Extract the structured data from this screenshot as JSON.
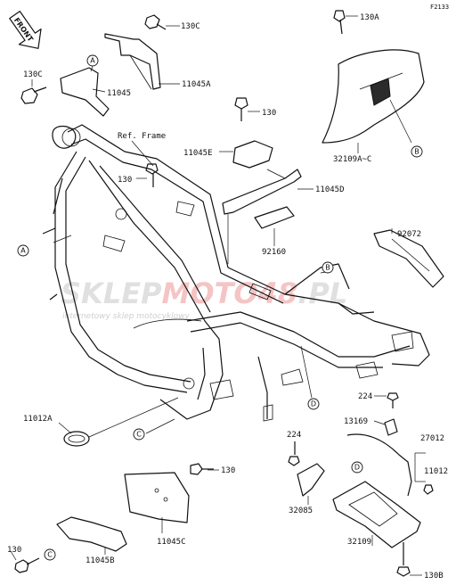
{
  "figure_code": "F2133",
  "front_arrow_text": "FRONT",
  "watermark": {
    "brand_a": "SKLEP",
    "brand_b": "MOTO",
    "brand_c": "48",
    "brand_d": ".PL",
    "tagline": "internetowy sklep motocyklowy"
  },
  "frame_label": "Ref. Frame",
  "parts": [
    {
      "id": "p130c_top",
      "text": "130C"
    },
    {
      "id": "p130a",
      "text": "130A"
    },
    {
      "id": "p130c_left",
      "text": "130C"
    },
    {
      "id": "p11045",
      "text": "11045"
    },
    {
      "id": "p11045a",
      "text": "11045A"
    },
    {
      "id": "p130_mid",
      "text": "130"
    },
    {
      "id": "p11045e",
      "text": "11045E"
    },
    {
      "id": "p32109ac",
      "text": "32109A~C"
    },
    {
      "id": "p130_left2",
      "text": "130"
    },
    {
      "id": "p11045d",
      "text": "11045D"
    },
    {
      "id": "p92160",
      "text": "92160"
    },
    {
      "id": "p92072",
      "text": "92072"
    },
    {
      "id": "p224_right",
      "text": "224"
    },
    {
      "id": "p11012a",
      "text": "11012A"
    },
    {
      "id": "p13169",
      "text": "13169"
    },
    {
      "id": "p27012",
      "text": "27012"
    },
    {
      "id": "p224_low",
      "text": "224"
    },
    {
      "id": "p11012",
      "text": "11012"
    },
    {
      "id": "p130_low",
      "text": "130"
    },
    {
      "id": "p32085",
      "text": "32085"
    },
    {
      "id": "p11045c",
      "text": "11045C"
    },
    {
      "id": "p32109",
      "text": "32109"
    },
    {
      "id": "p130_bl",
      "text": "130"
    },
    {
      "id": "p11045b",
      "text": "11045B"
    },
    {
      "id": "p130b",
      "text": "130B"
    }
  ],
  "callouts": {
    "a": "A",
    "b": "B",
    "c": "C",
    "d": "D"
  }
}
